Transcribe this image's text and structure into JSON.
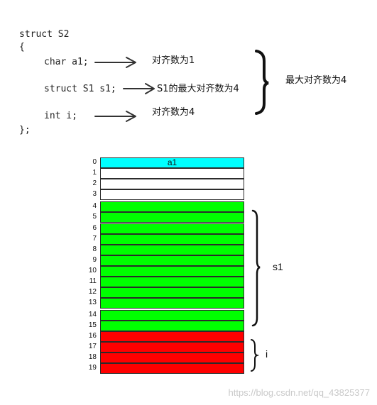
{
  "code": {
    "line1": "struct S2",
    "open_brace": "{",
    "field1": "char a1;",
    "field2": "struct S1 s1;",
    "field3": "int i;",
    "close": "};"
  },
  "notes": {
    "field1": "对齐数为1",
    "field2": "S1的最大对齐数为4",
    "field3": "对齐数为4",
    "struct_max": "最大对齐数为4"
  },
  "memory": {
    "rows": [
      {
        "index": "0",
        "member": "a1"
      },
      {
        "index": "1",
        "member": ""
      },
      {
        "index": "2",
        "member": ""
      },
      {
        "index": "3",
        "member": ""
      },
      {
        "index": "4",
        "member": "s1"
      },
      {
        "index": "5",
        "member": "s1"
      },
      {
        "index": "6",
        "member": "s1"
      },
      {
        "index": "7",
        "member": "s1"
      },
      {
        "index": "8",
        "member": "s1"
      },
      {
        "index": "9",
        "member": "s1"
      },
      {
        "index": "10",
        "member": "s1"
      },
      {
        "index": "11",
        "member": "s1"
      },
      {
        "index": "12",
        "member": "s1"
      },
      {
        "index": "13",
        "member": "s1"
      },
      {
        "index": "14",
        "member": "s1"
      },
      {
        "index": "15",
        "member": "s1"
      },
      {
        "index": "16",
        "member": "i"
      },
      {
        "index": "17",
        "member": "i"
      },
      {
        "index": "18",
        "member": "i"
      },
      {
        "index": "19",
        "member": "i"
      }
    ],
    "a1_label": "a1",
    "s1_label": "s1",
    "i_label": "i"
  },
  "colors": {
    "a1": "#00ffff",
    "s1": "#00ff00",
    "i": "#ff0000",
    "padding": "#ffffff"
  },
  "watermark": "https://blog.csdn.net/qq_43825377"
}
